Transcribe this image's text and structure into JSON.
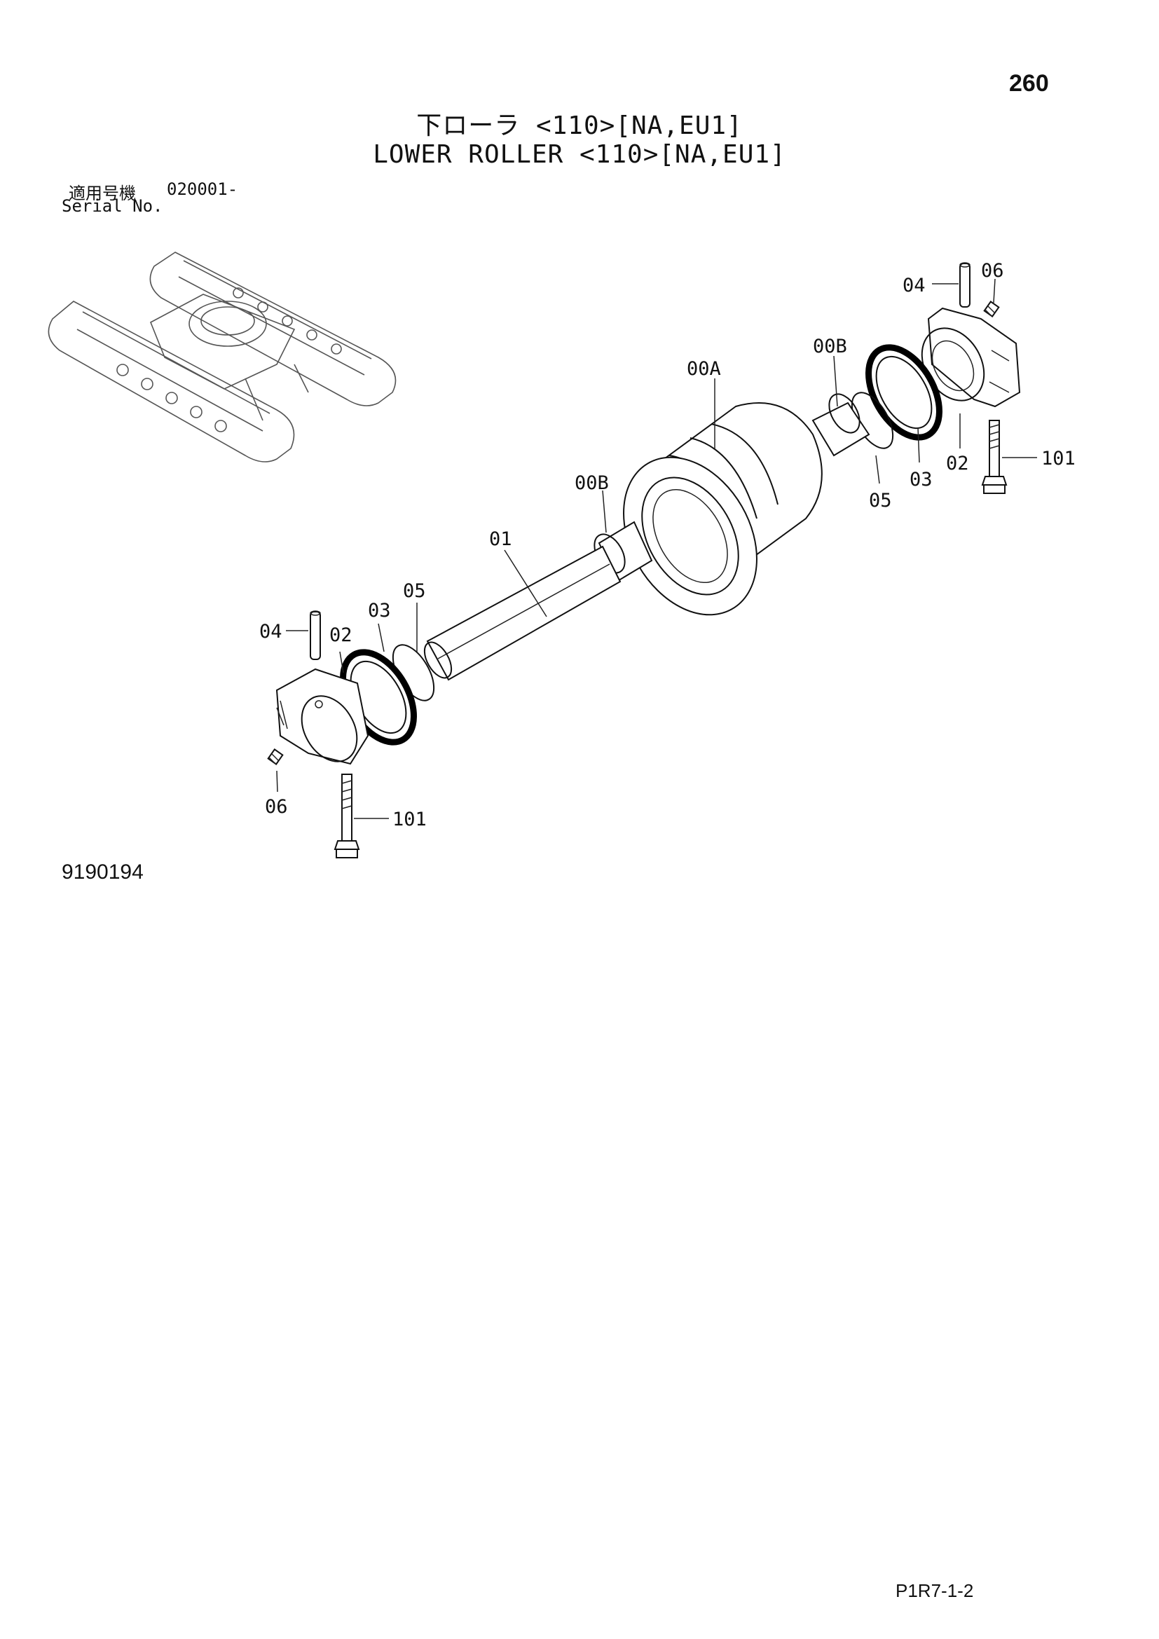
{
  "page": {
    "number": "260",
    "title_jp": "下ローラ <110>[NA,EU1]",
    "title_en": "LOWER ROLLER <110>[NA,EU1]",
    "serial_label_jp": "適用号機",
    "serial_label_en": "Serial No.",
    "serial_number": "020001-",
    "diagram_id": "9190194",
    "page_code": "P1R7-1-2"
  },
  "callouts": {
    "c04_right": "04",
    "c06_right": "06",
    "c00B_right": "00B",
    "c00A": "00A",
    "c101_right": "101",
    "c02_right": "02",
    "c03_right": "03",
    "c05_right": "05",
    "c00B_left": "00B",
    "c01": "01",
    "c05_left": "05",
    "c03_left": "03",
    "c04_left": "04",
    "c02_left": "02",
    "c06_left": "06",
    "c101_left": "101"
  },
  "icons": [
    "track-frame-overview-icon",
    "roller-assembly-exploded-icon"
  ]
}
